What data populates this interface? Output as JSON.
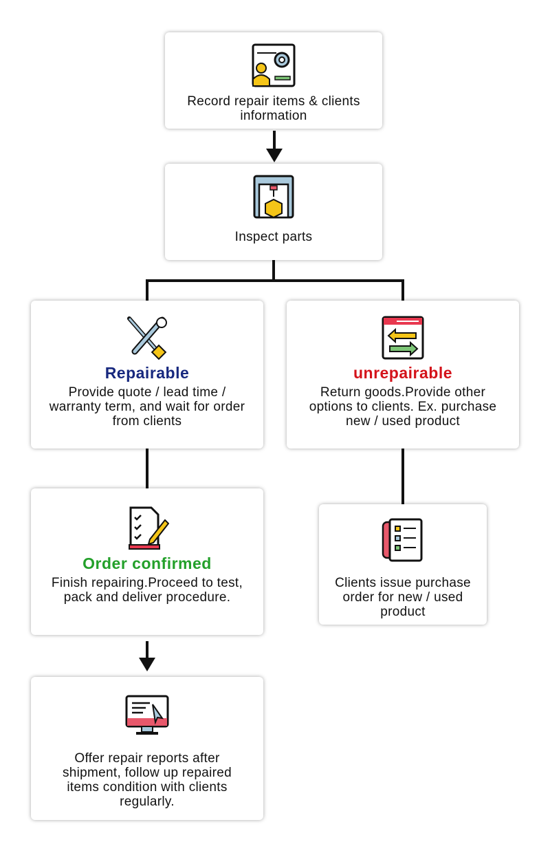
{
  "steps": {
    "record": {
      "text": "Record repair items & clients information",
      "icon": "user-settings-icon"
    },
    "inspect": {
      "text": "Inspect parts",
      "icon": "inspection-machine-icon"
    },
    "repairable": {
      "title": "Repairable",
      "text": "Provide quote / lead time / warranty term, and wait for order from clients",
      "icon": "tools-icon",
      "color": "#17287e"
    },
    "unrepairable": {
      "title": "unrepairable",
      "text": "Return goods.Provide other options to clients. Ex. purchase new / used product",
      "icon": "exchange-icon",
      "color": "#d4121a"
    },
    "order": {
      "title": "Order confirmed",
      "text": "Finish repairing.Proceed to test, pack and deliver procedure.",
      "icon": "checklist-pen-icon",
      "color": "#23a02a"
    },
    "purchase": {
      "text": "Clients issue purchase order for new / used product",
      "icon": "list-document-icon"
    },
    "report": {
      "text": "Offer repair reports after shipment, follow up repaired items condition with clients regularly.",
      "icon": "monitor-click-icon"
    }
  }
}
